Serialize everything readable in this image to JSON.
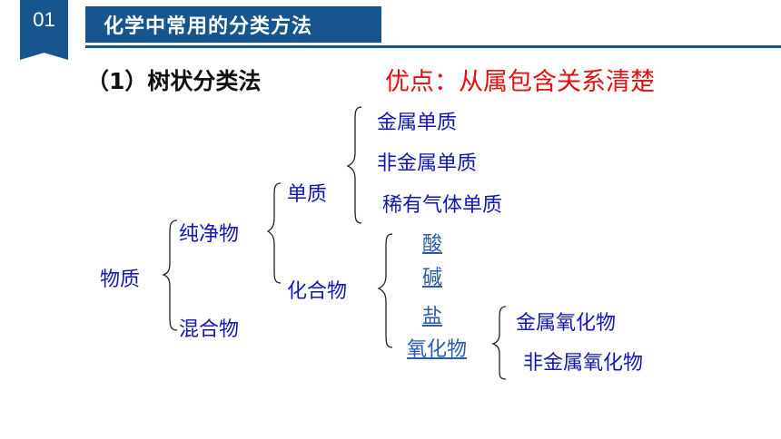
{
  "header": {
    "badge_number": "01",
    "title": "化学中常用的分类方法"
  },
  "section_title": "（1）树状分类法",
  "advantage": "优点：从属包含关系清楚",
  "tree": {
    "root": "物质",
    "pure": "纯净物",
    "mixture": "混合物",
    "element": "单质",
    "compound": "化合物",
    "element_children": [
      "金属单质",
      "非金属单质",
      "稀有气体单质"
    ],
    "compound_children": [
      "酸",
      "碱",
      "盐",
      "氧化物"
    ],
    "oxide_children": [
      "金属氧化物",
      "非金属氧化物"
    ]
  }
}
